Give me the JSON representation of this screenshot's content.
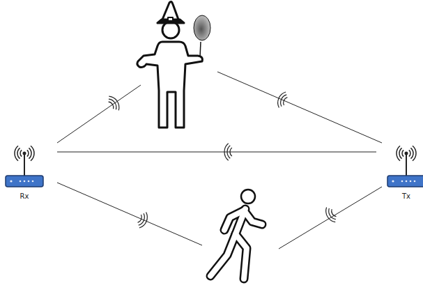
{
  "diagram": {
    "nodes": [
      {
        "text": [
          "Rx"
        ]
      },
      {
        "text": [
          "Tx"
        ]
      }
    ],
    "edges": [
      {
        "from": 0,
        "to": 1,
        "arrow": "none"
      }
    ]
  }
}
